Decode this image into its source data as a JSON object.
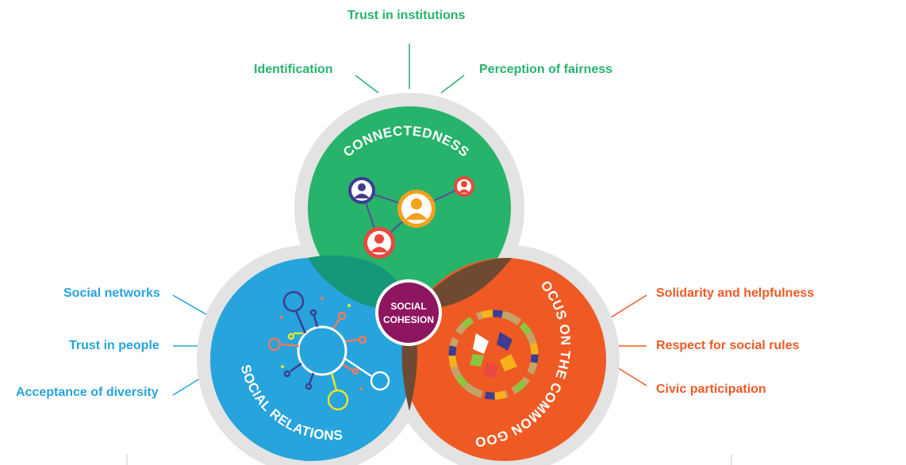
{
  "top_labels": {
    "trust_in_institutions": "Trust in institutions",
    "identification": "Identification",
    "perception_of_fairness": "Perception of fairness"
  },
  "left_labels": {
    "social_networks": "Social networks",
    "trust_in_people": "Trust in people",
    "acceptance_of_diversity": "Acceptance of diversity"
  },
  "right_labels": {
    "solidarity": "Solidarity and helpfulness",
    "respect": "Respect for social rules",
    "civic": "Civic participation"
  },
  "circles": {
    "connectedness": "CONNECTEDNESS",
    "social_relations": "SOCIAL RELATIONS",
    "common_good": "FOCUS ON THE COMMON GOOD"
  },
  "center": {
    "line1": "SOCIAL",
    "line2": "COHESION"
  },
  "colors": {
    "green": "#27b36b",
    "blue": "#27a3dd",
    "orange": "#ef5a24",
    "purple": "#8e1560"
  }
}
